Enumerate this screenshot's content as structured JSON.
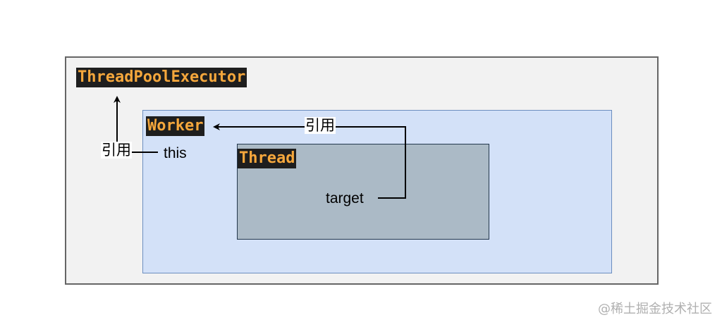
{
  "nodes": {
    "thread_pool_executor": "ThreadPoolExecutor",
    "worker": "Worker",
    "thread": "Thread"
  },
  "edges": {
    "this_ref_label": "引用",
    "this_text": "this",
    "target_ref_label": "引用",
    "target_text": "target"
  },
  "watermark": "@稀土掘金技术社区",
  "colors": {
    "outer_fill": "#f2f2f2",
    "worker_fill": "#d3e1f8",
    "thread_fill": "#abbac6",
    "label_bg": "#1e1e1e",
    "label_text": "#f5a73c"
  }
}
